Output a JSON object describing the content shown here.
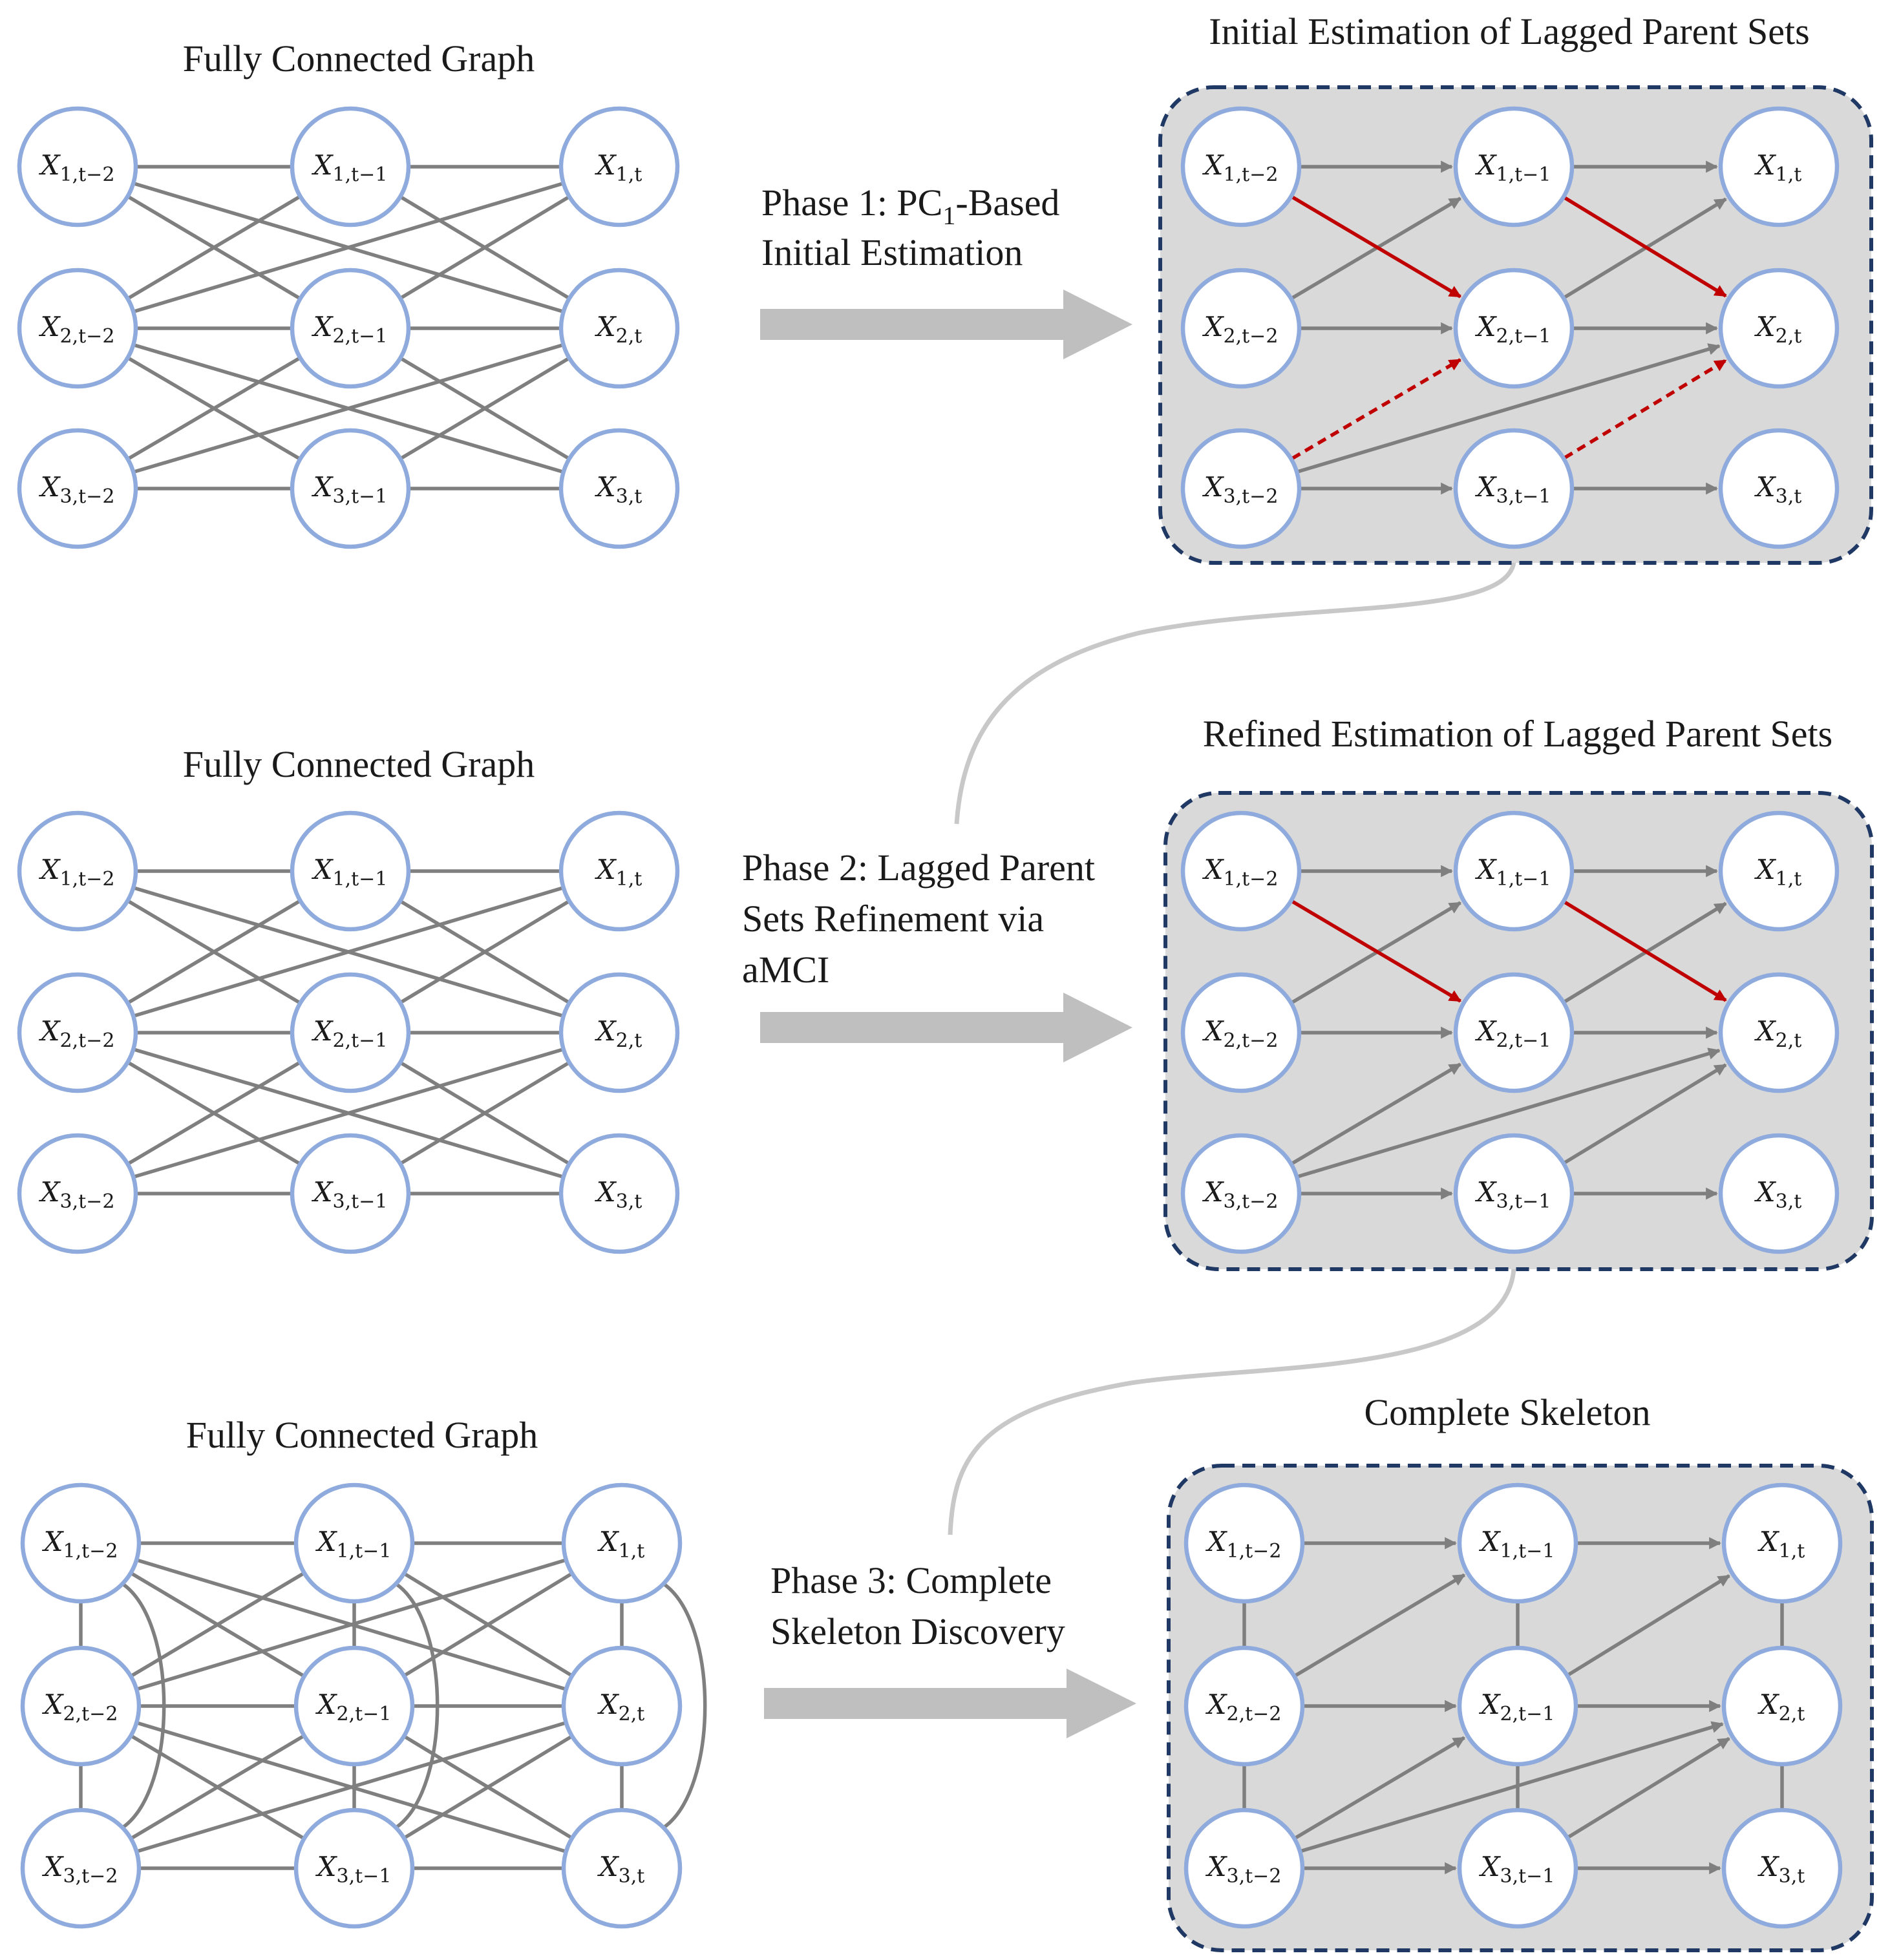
{
  "titles": {
    "row1_left": "Fully Connected Graph",
    "row1_right": "Initial Estimation of Lagged Parent Sets",
    "row2_left": "Fully Connected Graph",
    "row2_right": "Refined Estimation of Lagged Parent Sets",
    "row3_left": "Fully Connected Graph",
    "row3_right": "Complete Skeleton"
  },
  "phases": {
    "phase1": {
      "line1_pre": "Phase 1: PC",
      "line1_sub": "1",
      "line1_post": "-Based",
      "line2": "Initial Estimation"
    },
    "phase2": {
      "line1": "Phase 2: Lagged Parent",
      "line2": "Sets Refinement via",
      "line3": "aMCI"
    },
    "phase3": {
      "line1": "Phase 3: Complete",
      "line2": "Skeleton Discovery"
    }
  },
  "nodes": [
    {
      "id": "X1_t-2",
      "var": "X",
      "sub": "1,t−2"
    },
    {
      "id": "X1_t-1",
      "var": "X",
      "sub": "1,t−1"
    },
    {
      "id": "X1_t",
      "var": "X",
      "sub": "1,t"
    },
    {
      "id": "X2_t-2",
      "var": "X",
      "sub": "2,t−2"
    },
    {
      "id": "X2_t-1",
      "var": "X",
      "sub": "2,t−1"
    },
    {
      "id": "X2_t",
      "var": "X",
      "sub": "2,t"
    },
    {
      "id": "X3_t-2",
      "var": "X",
      "sub": "3,t−2"
    },
    {
      "id": "X3_t-1",
      "var": "X",
      "sub": "3,t−1"
    },
    {
      "id": "X3_t",
      "var": "X",
      "sub": "3,t"
    }
  ],
  "graphs": {
    "row1_left": {
      "edges": [
        [
          "X1_t-2",
          "X1_t-1"
        ],
        [
          "X1_t-1",
          "X1_t"
        ],
        [
          "X2_t-2",
          "X2_t-1"
        ],
        [
          "X2_t-1",
          "X2_t"
        ],
        [
          "X3_t-2",
          "X3_t-1"
        ],
        [
          "X3_t-1",
          "X3_t"
        ],
        [
          "X1_t-2",
          "X2_t-1"
        ],
        [
          "X1_t-2",
          "X2_t"
        ],
        [
          "X2_t-2",
          "X1_t-1"
        ],
        [
          "X2_t-2",
          "X1_t"
        ],
        [
          "X1_t-1",
          "X2_t"
        ],
        [
          "X2_t-1",
          "X1_t"
        ],
        [
          "X2_t-2",
          "X3_t-1"
        ],
        [
          "X2_t-2",
          "X3_t"
        ],
        [
          "X3_t-2",
          "X2_t-1"
        ],
        [
          "X3_t-2",
          "X2_t"
        ],
        [
          "X2_t-1",
          "X3_t"
        ],
        [
          "X3_t-1",
          "X2_t"
        ]
      ]
    },
    "row1_right": {
      "edges": [
        [
          "X1_t-2",
          "X1_t-1",
          "gray"
        ],
        [
          "X1_t-1",
          "X1_t",
          "gray"
        ],
        [
          "X2_t-2",
          "X2_t-1",
          "gray"
        ],
        [
          "X2_t-1",
          "X2_t",
          "gray"
        ],
        [
          "X3_t-2",
          "X3_t-1",
          "gray"
        ],
        [
          "X3_t-1",
          "X3_t",
          "gray"
        ],
        [
          "X2_t-2",
          "X1_t-1",
          "gray"
        ],
        [
          "X2_t-1",
          "X1_t",
          "gray"
        ],
        [
          "X3_t-2",
          "X2_t",
          "gray"
        ],
        [
          "X1_t-2",
          "X2_t-1",
          "red"
        ],
        [
          "X1_t-1",
          "X2_t",
          "red"
        ],
        [
          "X3_t-2",
          "X2_t-1",
          "red-dashed"
        ],
        [
          "X3_t-1",
          "X2_t",
          "red-dashed"
        ]
      ]
    },
    "row2_left": {
      "edges": [
        [
          "X1_t-2",
          "X1_t-1"
        ],
        [
          "X1_t-1",
          "X1_t"
        ],
        [
          "X2_t-2",
          "X2_t-1"
        ],
        [
          "X2_t-1",
          "X2_t"
        ],
        [
          "X3_t-2",
          "X3_t-1"
        ],
        [
          "X3_t-1",
          "X3_t"
        ],
        [
          "X1_t-2",
          "X2_t-1"
        ],
        [
          "X1_t-2",
          "X2_t"
        ],
        [
          "X2_t-2",
          "X1_t-1"
        ],
        [
          "X2_t-2",
          "X1_t"
        ],
        [
          "X1_t-1",
          "X2_t"
        ],
        [
          "X2_t-1",
          "X1_t"
        ],
        [
          "X2_t-2",
          "X3_t-1"
        ],
        [
          "X2_t-2",
          "X3_t"
        ],
        [
          "X3_t-2",
          "X2_t-1"
        ],
        [
          "X3_t-2",
          "X2_t"
        ],
        [
          "X2_t-1",
          "X3_t"
        ],
        [
          "X3_t-1",
          "X2_t"
        ]
      ]
    },
    "row2_right": {
      "edges": [
        [
          "X1_t-2",
          "X1_t-1",
          "gray"
        ],
        [
          "X1_t-1",
          "X1_t",
          "gray"
        ],
        [
          "X2_t-2",
          "X2_t-1",
          "gray"
        ],
        [
          "X2_t-1",
          "X2_t",
          "gray"
        ],
        [
          "X3_t-2",
          "X3_t-1",
          "gray"
        ],
        [
          "X3_t-1",
          "X3_t",
          "gray"
        ],
        [
          "X2_t-2",
          "X1_t-1",
          "gray"
        ],
        [
          "X2_t-1",
          "X1_t",
          "gray"
        ],
        [
          "X3_t-2",
          "X2_t-1",
          "gray"
        ],
        [
          "X3_t-2",
          "X2_t",
          "gray"
        ],
        [
          "X3_t-1",
          "X2_t",
          "gray"
        ],
        [
          "X1_t-2",
          "X2_t-1",
          "red"
        ],
        [
          "X1_t-1",
          "X2_t",
          "red"
        ]
      ]
    },
    "row3_left": {
      "edges": [
        [
          "X1_t-2",
          "X1_t-1"
        ],
        [
          "X1_t-1",
          "X1_t"
        ],
        [
          "X2_t-2",
          "X2_t-1"
        ],
        [
          "X2_t-1",
          "X2_t"
        ],
        [
          "X3_t-2",
          "X3_t-1"
        ],
        [
          "X3_t-1",
          "X3_t"
        ],
        [
          "X1_t-2",
          "X2_t-1"
        ],
        [
          "X1_t-2",
          "X2_t"
        ],
        [
          "X2_t-2",
          "X1_t-1"
        ],
        [
          "X2_t-2",
          "X1_t"
        ],
        [
          "X1_t-1",
          "X2_t"
        ],
        [
          "X2_t-1",
          "X1_t"
        ],
        [
          "X2_t-2",
          "X3_t-1"
        ],
        [
          "X2_t-2",
          "X3_t"
        ],
        [
          "X3_t-2",
          "X2_t-1"
        ],
        [
          "X3_t-2",
          "X2_t"
        ],
        [
          "X2_t-1",
          "X3_t"
        ],
        [
          "X3_t-1",
          "X2_t"
        ],
        [
          "X1_t-2",
          "X2_t-2"
        ],
        [
          "X2_t-2",
          "X3_t-2"
        ],
        [
          "X1_t-1",
          "X2_t-1"
        ],
        [
          "X2_t-1",
          "X3_t-1"
        ],
        [
          "X1_t",
          "X2_t"
        ],
        [
          "X2_t",
          "X3_t"
        ]
      ],
      "curves": [
        [
          "X1_t-2",
          "X3_t-2"
        ],
        [
          "X1_t-1",
          "X3_t-1"
        ],
        [
          "X1_t",
          "X3_t"
        ]
      ]
    },
    "row3_right": {
      "edges": [
        [
          "X1_t-2",
          "X1_t-1",
          "gray"
        ],
        [
          "X1_t-1",
          "X1_t",
          "gray"
        ],
        [
          "X2_t-2",
          "X2_t-1",
          "gray"
        ],
        [
          "X2_t-1",
          "X2_t",
          "gray"
        ],
        [
          "X3_t-2",
          "X3_t-1",
          "gray"
        ],
        [
          "X3_t-1",
          "X3_t",
          "gray"
        ],
        [
          "X2_t-2",
          "X1_t-1",
          "gray"
        ],
        [
          "X2_t-1",
          "X1_t",
          "gray"
        ],
        [
          "X3_t-2",
          "X2_t-1",
          "gray"
        ],
        [
          "X3_t-2",
          "X2_t",
          "gray"
        ],
        [
          "X3_t-1",
          "X2_t",
          "gray"
        ],
        [
          "X1_t-2",
          "X2_t-2",
          "undirected"
        ],
        [
          "X2_t-2",
          "X3_t-2",
          "undirected"
        ],
        [
          "X1_t-1",
          "X2_t-1",
          "undirected"
        ],
        [
          "X2_t-1",
          "X3_t-1",
          "undirected"
        ],
        [
          "X1_t",
          "X2_t",
          "undirected"
        ],
        [
          "X2_t",
          "X3_t",
          "undirected"
        ]
      ]
    }
  }
}
